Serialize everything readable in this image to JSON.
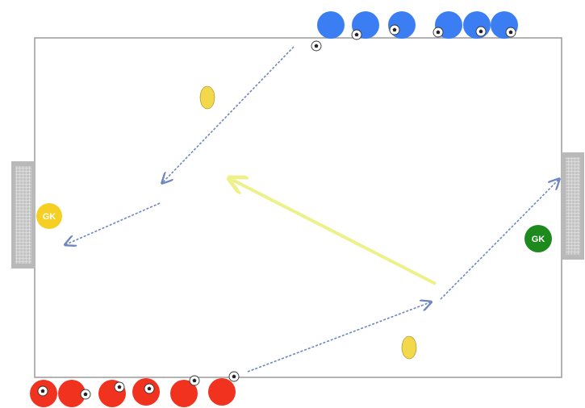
{
  "colors": {
    "field_border": "#9a9a9a",
    "goal": "#b9b9b9",
    "blue_team": "#3b7df2",
    "red_team": "#f0321e",
    "yellow": "#f2d84a",
    "gk_left": "#f6cf24",
    "gk_right": "#1e8a1e",
    "dashed_arrow": "#6d86c0",
    "yellow_arrow": "#eef08a"
  },
  "goalkeepers": [
    {
      "id": "gk-left",
      "label": "GK",
      "color": "#f6cf24"
    },
    {
      "id": "gk-right",
      "label": "GK",
      "color": "#1e8a1e"
    }
  ],
  "blue_players": [
    {
      "has_ball": false
    },
    {
      "has_ball": true
    },
    {
      "has_ball": true
    },
    {
      "has_ball": true
    },
    {
      "has_ball": true
    },
    {
      "has_ball": true
    }
  ],
  "red_players": [
    {
      "has_ball": true
    },
    {
      "has_ball": true
    },
    {
      "has_ball": true
    },
    {
      "has_ball": true
    },
    {
      "has_ball": true
    },
    {
      "has_ball": false
    }
  ],
  "markers": [
    {
      "id": "yellow-marker-top",
      "color": "#f2d84a"
    },
    {
      "id": "yellow-marker-bottom",
      "color": "#f2d84a"
    }
  ],
  "icons": {
    "ball": "soccer-ball-icon",
    "goal": "goal-net-icon"
  }
}
